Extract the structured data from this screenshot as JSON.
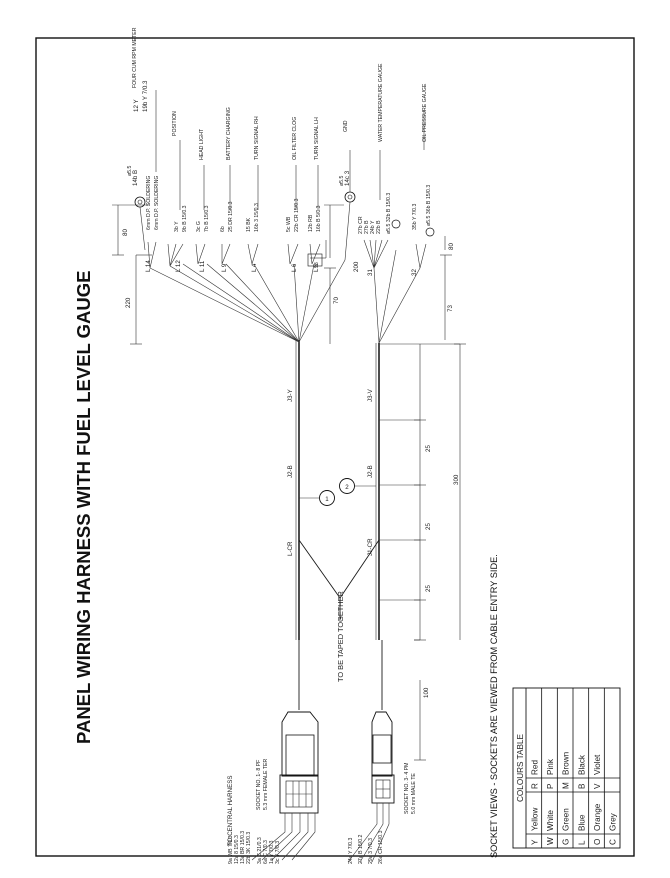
{
  "title": "PANEL WIRING HARNESS WITH FUEL LEVEL GAUGE",
  "socket_views_note": "SOCKET VIEWS - SOCKETS ARE VIEWED FROM CABLE ENTRY SIDE.",
  "colours_table": {
    "title": "COLOURS TABLE",
    "rows": [
      [
        "Y",
        "Yellow",
        "R",
        "Red"
      ],
      [
        "W",
        "White",
        "P",
        "Pink"
      ],
      [
        "G",
        "Green",
        "M",
        "Brown"
      ],
      [
        "L",
        "Blue",
        "B",
        "Black"
      ],
      [
        "O",
        "Orange",
        "V",
        "Violet"
      ],
      [
        "C",
        "Grey",
        "",
        ""
      ]
    ]
  },
  "central_harness": {
    "label": "TO CENTRAL HARNESS",
    "socket1_lines": [
      "SOCKET NO. 1- 8 PF",
      "5.3 mm FEMALE TER"
    ],
    "socket1_wires": [
      "9a WB 7/0.3",
      "12a 8 15/0.3",
      "13a BR 15/0.3",
      "22b 3K 15/0.3",
      "3a C 21/0.3",
      "6a C 7/0.3",
      "1a Y 7/0.3",
      "3c Y 7/0.3"
    ],
    "socket3_lines": [
      "SOCKET NO. 3- 4 PM",
      "5.0 mm MALE TE"
    ],
    "socket3_wires": [
      "24a Y 7/0.3",
      "27a B 15/0.2",
      "29a 3 7/0.3",
      "26a CR 15/0.3"
    ]
  },
  "trunk_labels": {
    "to_be_taped": "TO BE TAPED TOGETHER",
    "upper": [
      "L-CR",
      "J2-B",
      "J3-Y"
    ],
    "lower": [
      "J1-CR",
      "J2-B",
      "J3-V"
    ],
    "circle_1": "1",
    "circle_2": "2"
  },
  "dimensions": {
    "d100": "100",
    "d25a": "25",
    "d25b": "25",
    "d25c": "25",
    "d300": "300",
    "d70": "70",
    "d80a": "80",
    "d80b": "80",
    "d220": "220",
    "d200": "200",
    "d73": "73"
  },
  "top_branches": {
    "stud": {
      "hole": "ø5.5",
      "ref": "14b B"
    },
    "fork_refs": [
      "L 14",
      "L 12",
      "L 11",
      "L 9",
      "L 4",
      "L 6",
      "L 5"
    ],
    "bundle_wires": [
      "6mm D.P. SOLDERING",
      "6mm D.P. SOLDERING",
      "3b Y",
      "9b B 15/0.3",
      "3c G",
      "7b B 15/0.3",
      "6b",
      "25 DR 15/0.3",
      "15 BK",
      "16b 3 15/0.3",
      "5c WB",
      "22b CR 15/0.3",
      "12b RB",
      "16b B 5/0.3"
    ],
    "tags": [
      "12 Y",
      "19b Y 7/0.3"
    ],
    "ground": {
      "hole": "ø5.5",
      "ref": "14c 3",
      "label": "GND"
    },
    "destinations": [
      "FOUR CUM RPM METER",
      "POSITION",
      "HEAD LIGHT",
      "BATTERY CHARGING",
      "TURN SIGNAL RH",
      "OIL FILTER CLOG",
      "TURN SIGNAL LH"
    ],
    "marker_93": "93"
  },
  "bottom_branches": {
    "fork_ref": "31",
    "wires": [
      "27b CR",
      "27b B",
      "24b Y",
      "22b B",
      "ø5.5 32b B 15/0.3"
    ],
    "water_temp": "WATER TEMPERATURE GAUGE",
    "oil_ref": "32",
    "oil_wires": [
      "35b Y 7/0.3",
      "ø5.5 36b B 15/0.3"
    ],
    "oil_pressure": "OIL PRESSURE GAUGE"
  }
}
